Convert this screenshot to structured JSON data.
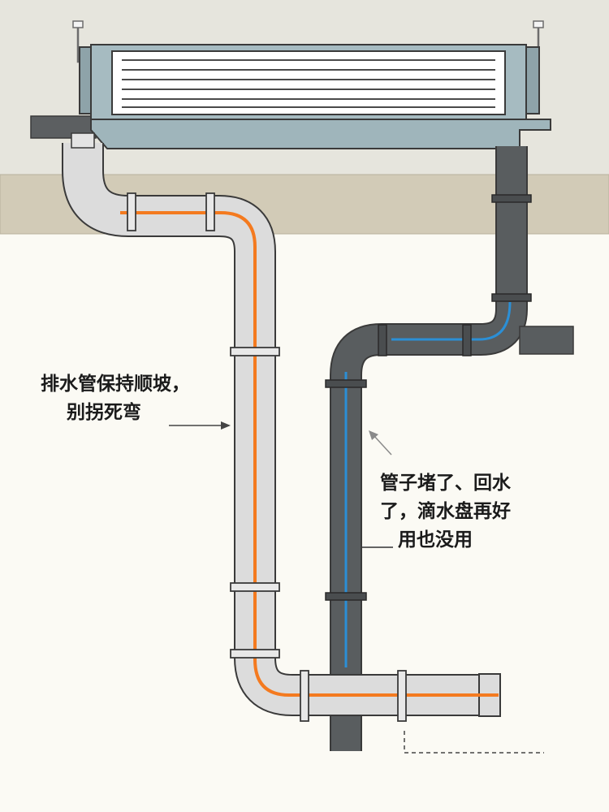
{
  "annotations": {
    "slope_note": [
      "排水管保持顺坡，",
      "别拐死弯"
    ],
    "clog_note": [
      "管子堵了、回水",
      "了，滴水盘再好",
      "用也没用"
    ]
  },
  "colors": {
    "wall": "#e6e5dd",
    "ceiling_band": "#d2cbb7",
    "room": "#fbfaf4",
    "unit_body": "#9fb5bb",
    "grille": "#ffffff",
    "drain_pipe": "#dcdcdc",
    "drain_flow": "#f47a1f",
    "dark_pipe": "#565a5c",
    "dark_flow": "#2b8fd6",
    "outline": "#3a3a3a"
  }
}
